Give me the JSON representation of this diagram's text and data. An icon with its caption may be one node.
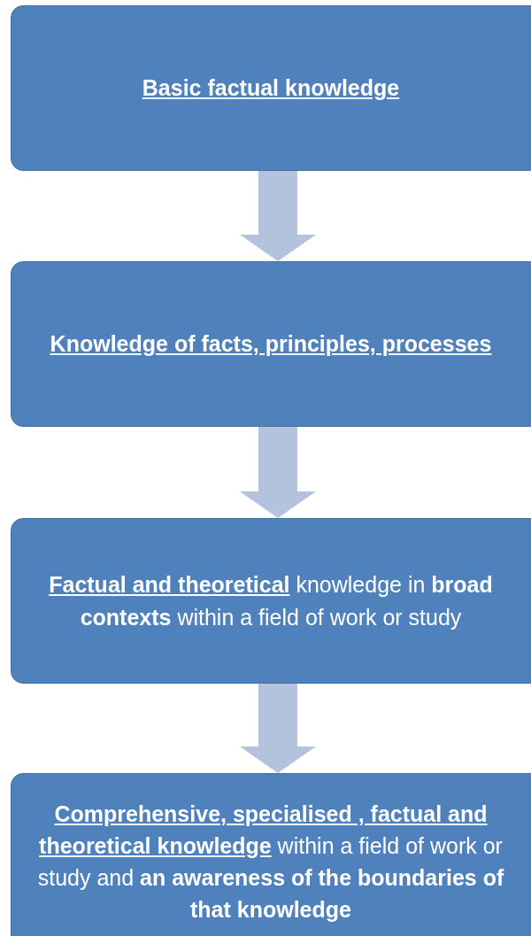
{
  "diagram": {
    "nodes": [
      {
        "text": [
          "Basic factual knowledge"
        ]
      },
      {
        "text": [
          "Knowledge of facts, principles, processes"
        ]
      },
      {
        "text": [
          "**Factual and theoretical** knowledge in **broad contexts** within a field of work or study"
        ]
      },
      {
        "text": [
          "**Comprehensive, specialised , factual and theoretical knowledge** within a field of work or study and **an awareness of the boundaries of that knowledge**"
        ]
      }
    ],
    "edges": [
      {
        "from": 0,
        "to": 1,
        "arrow": "to"
      },
      {
        "from": 1,
        "to": 2,
        "arrow": "to"
      },
      {
        "from": 2,
        "to": 3,
        "arrow": "to"
      }
    ]
  }
}
